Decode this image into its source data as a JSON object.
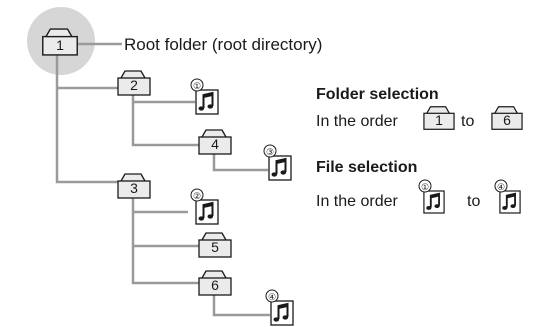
{
  "diagram": {
    "root_folder_number": "1",
    "root_label": "Root folder (root directory)",
    "folders": [
      "2",
      "4",
      "3",
      "5",
      "6"
    ],
    "file_marks": [
      "①",
      "③",
      "②",
      "④"
    ],
    "legend": {
      "folder_title": "Folder selection",
      "folder_prefix": "In the order",
      "folder_from": "1",
      "folder_to_word": "to",
      "folder_to": "6",
      "file_title": "File selection",
      "file_prefix": "In the order",
      "file_from_mark": "①",
      "file_to_word": "to",
      "file_to_mark": "④"
    },
    "colors": {
      "line": "#9a9a9a",
      "folder_fill": "#ebebeb",
      "root_highlight": "#d6d6d6",
      "outline": "#1a1a1a"
    }
  }
}
